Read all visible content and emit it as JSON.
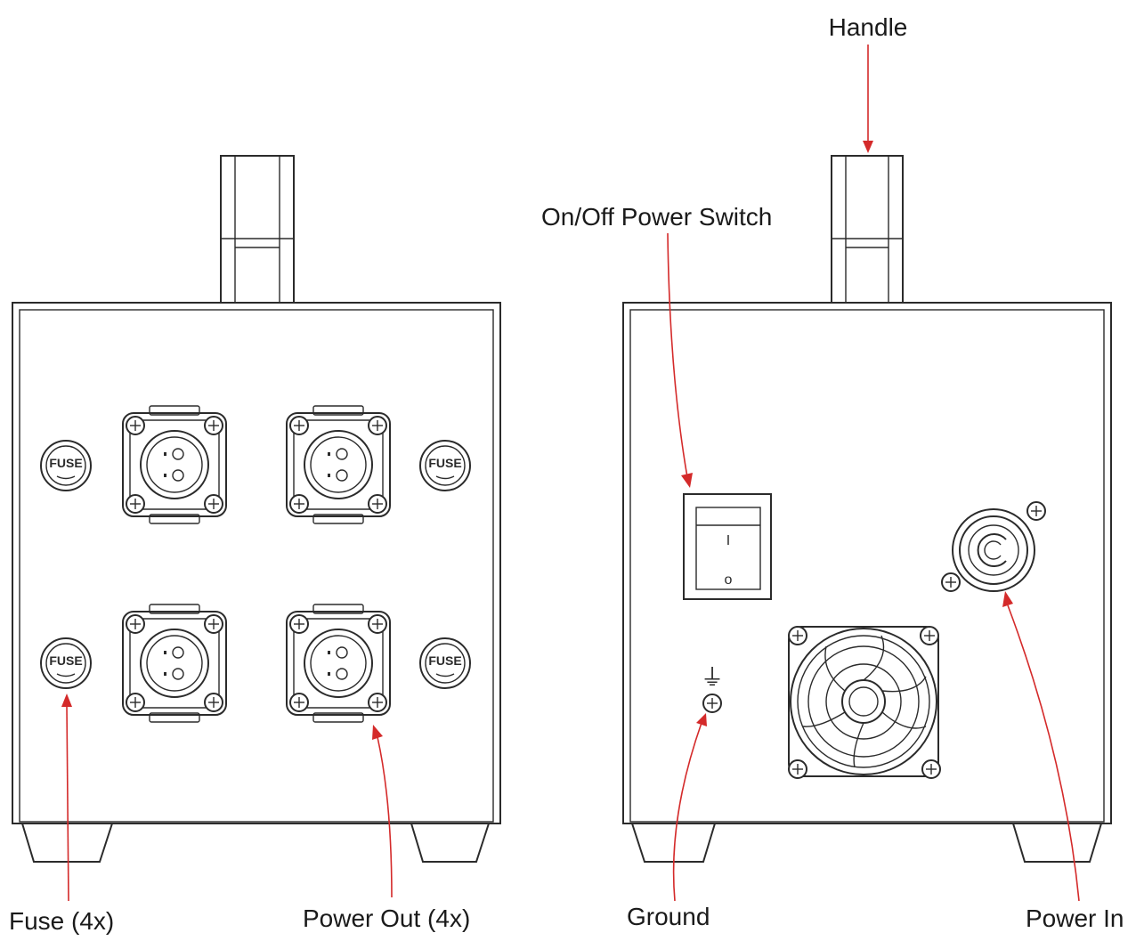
{
  "labels": {
    "handle": "Handle",
    "power_switch": "On/Off Power Switch",
    "fuse": "Fuse (4x)",
    "power_out": "Power Out (4x)",
    "ground": "Ground",
    "power_in": "Power In"
  },
  "fuse_marking": "FUSE",
  "switch_marks": {
    "on": "I",
    "off": "o"
  },
  "ground_symbol": "⏚",
  "colors": {
    "callout_arrow": "#d42a2a",
    "line_art": "#2b2b2b",
    "background": "#ffffff"
  }
}
